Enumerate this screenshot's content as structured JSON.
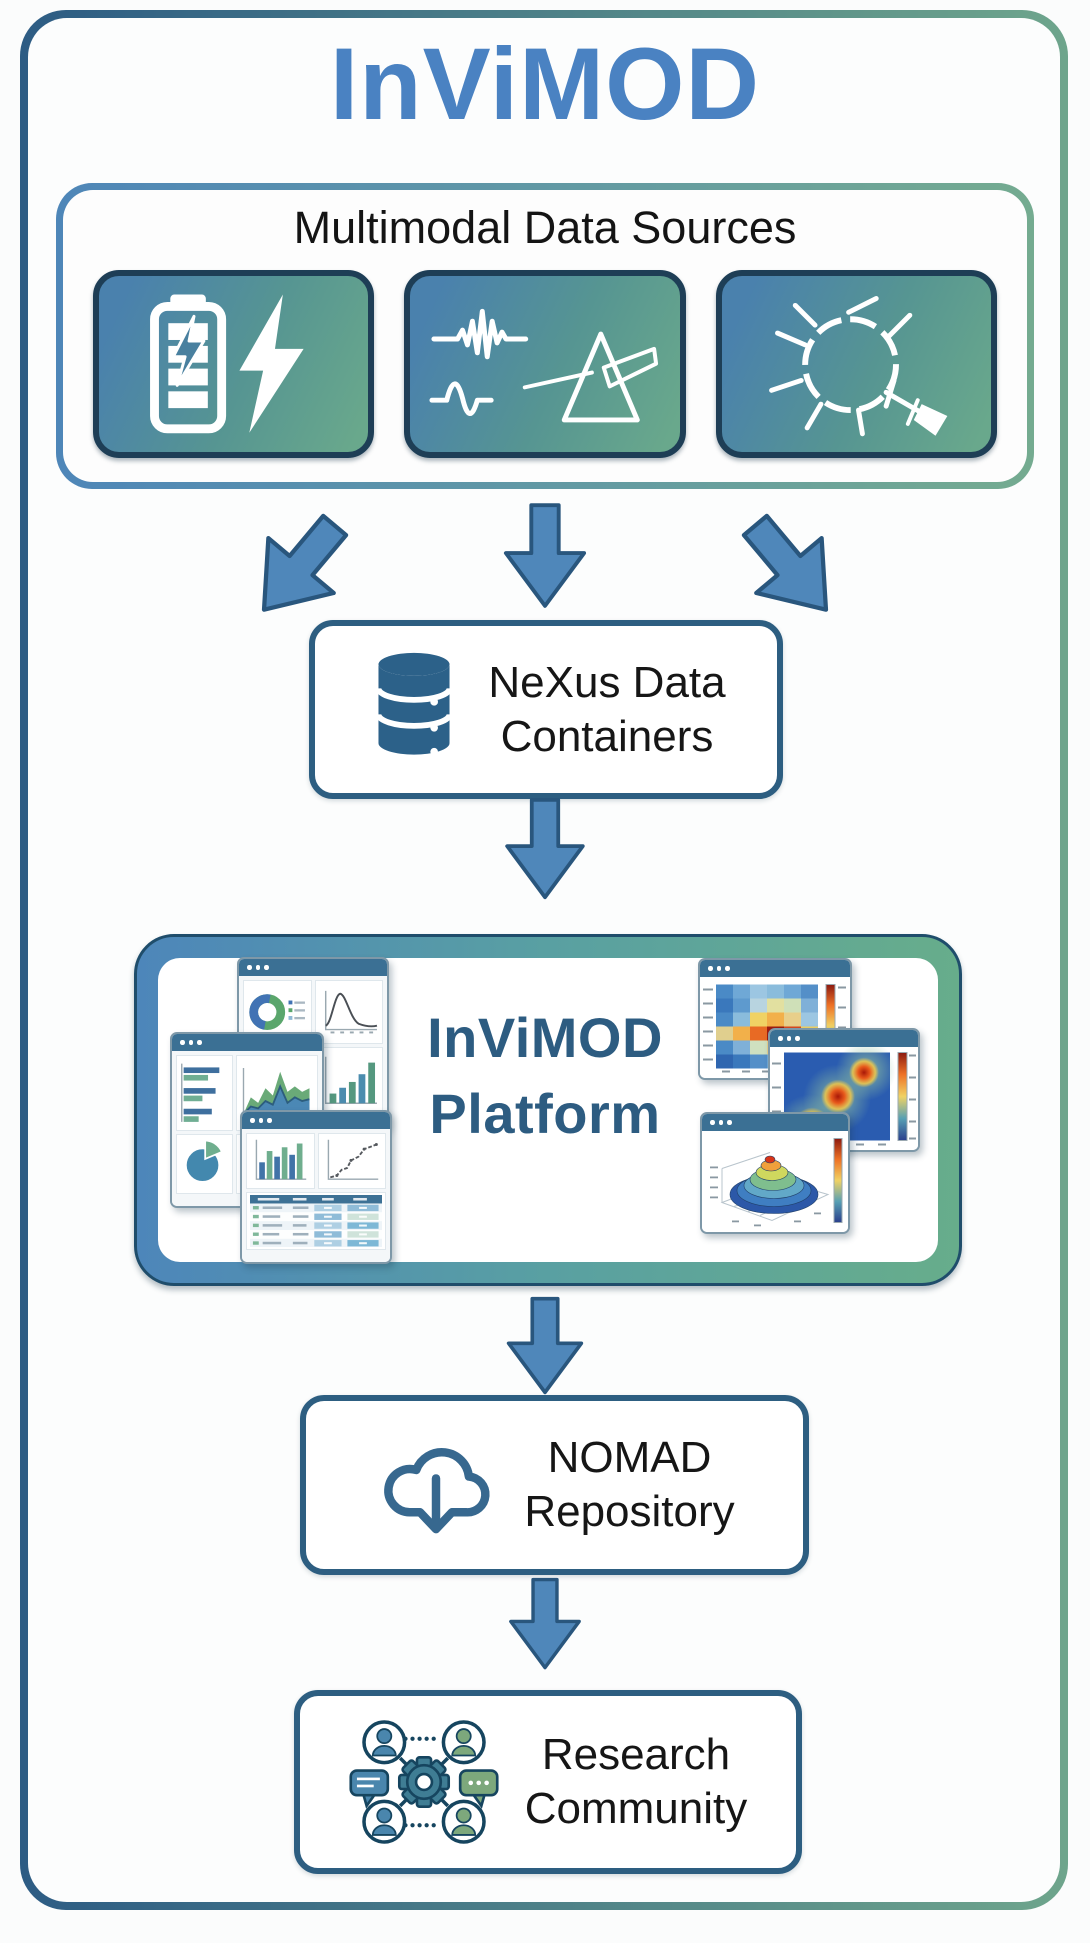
{
  "title": "InViMOD",
  "colors": {
    "title_blue": "#4a82c2",
    "frame_gradient_left": "#2d5c84",
    "frame_gradient_right": "#6ea58c",
    "tile_gradient_left": "#4a81ad",
    "tile_gradient_right": "#69a88c",
    "tile_border_navy": "#1e3e56",
    "arrow_fill": "#4f87ba",
    "arrow_stroke": "#29567d",
    "node_border": "#2d5e81",
    "platform_text_blue": "#2d5c81",
    "window_header_teal": "#3b7094",
    "heading_black": "#141414"
  },
  "sources": {
    "heading": "Multimodal Data Sources",
    "tiles": [
      {
        "icon": "battery-lightning-icon"
      },
      {
        "icon": "waveform-prism-icon"
      },
      {
        "icon": "synchrotron-ring-icon"
      }
    ]
  },
  "nexus": {
    "icon": "database-icon",
    "line1": "NeXus Data",
    "line2": "Containers"
  },
  "platform": {
    "line1": "InViMOD",
    "line2": "Platform",
    "windows_left": [
      "donut-line-bar-dashboard",
      "bars-area-pie-dashboard",
      "bars-line-table-dashboard"
    ],
    "windows_right": [
      "heatmap-grid-window",
      "heatmap-smooth-window",
      "surface-3d-window"
    ]
  },
  "nomad": {
    "icon": "cloud-download-icon",
    "line1": "NOMAD",
    "line2": "Repository"
  },
  "community": {
    "icon": "community-network-icon",
    "line1": "Research",
    "line2": "Community"
  }
}
